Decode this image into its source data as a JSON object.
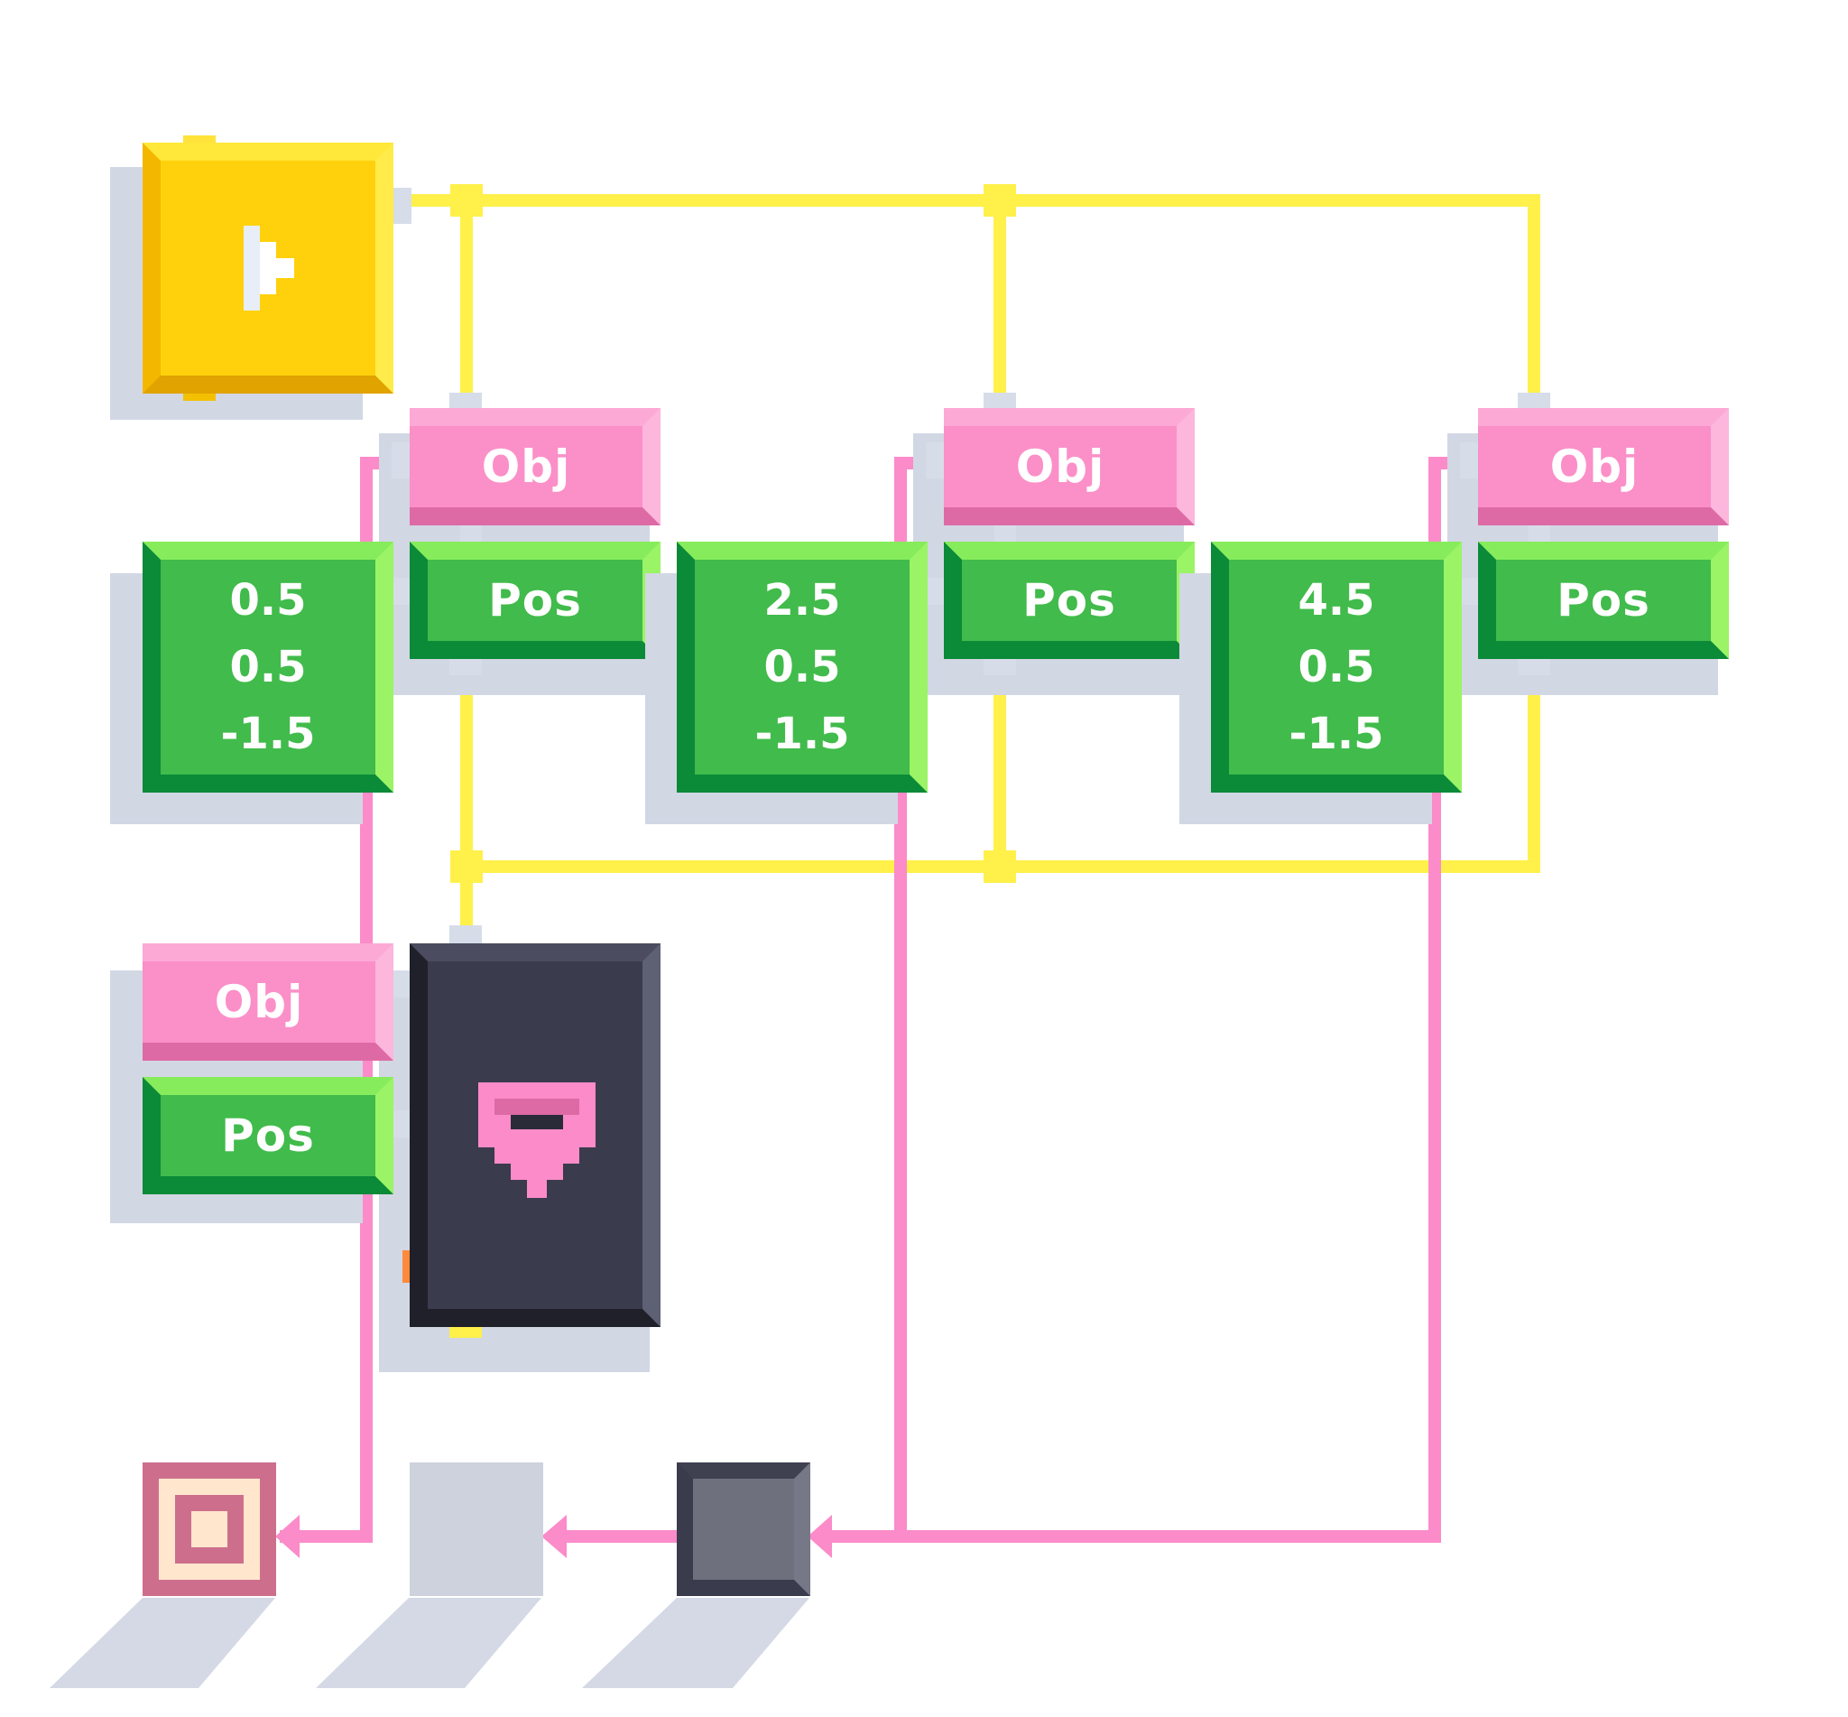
{
  "program": {
    "start_block": {
      "icon": "play-triangle-icon",
      "color": "#ffd10c"
    },
    "objects": [
      {
        "obj_label": "Obj",
        "pos_label": "Pos",
        "vector": [
          "0.5",
          "0.5",
          "-1.5"
        ]
      },
      {
        "obj_label": "Obj",
        "pos_label": "Pos",
        "vector": [
          "2.5",
          "0.5",
          "-1.5"
        ]
      },
      {
        "obj_label": "Obj",
        "pos_label": "Pos",
        "vector": [
          "4.5",
          "0.5",
          "-1.5"
        ]
      }
    ],
    "spawn": {
      "obj_label": "Obj",
      "pos_label": "Pos",
      "icon": "pin-icon"
    },
    "outputs": [
      {
        "icon": "target-frame-icon",
        "state": "active"
      },
      {
        "icon": "empty-slot-icon",
        "state": "empty"
      },
      {
        "icon": "dark-slot-icon",
        "state": "filled"
      }
    ],
    "colors": {
      "wire_yellow": "#fff04a",
      "wire_pink": "#fb8bc9",
      "object_pink": "#fb8fc8",
      "vector_green": "#41bb4b",
      "dark_block": "#3a3b4c"
    }
  }
}
